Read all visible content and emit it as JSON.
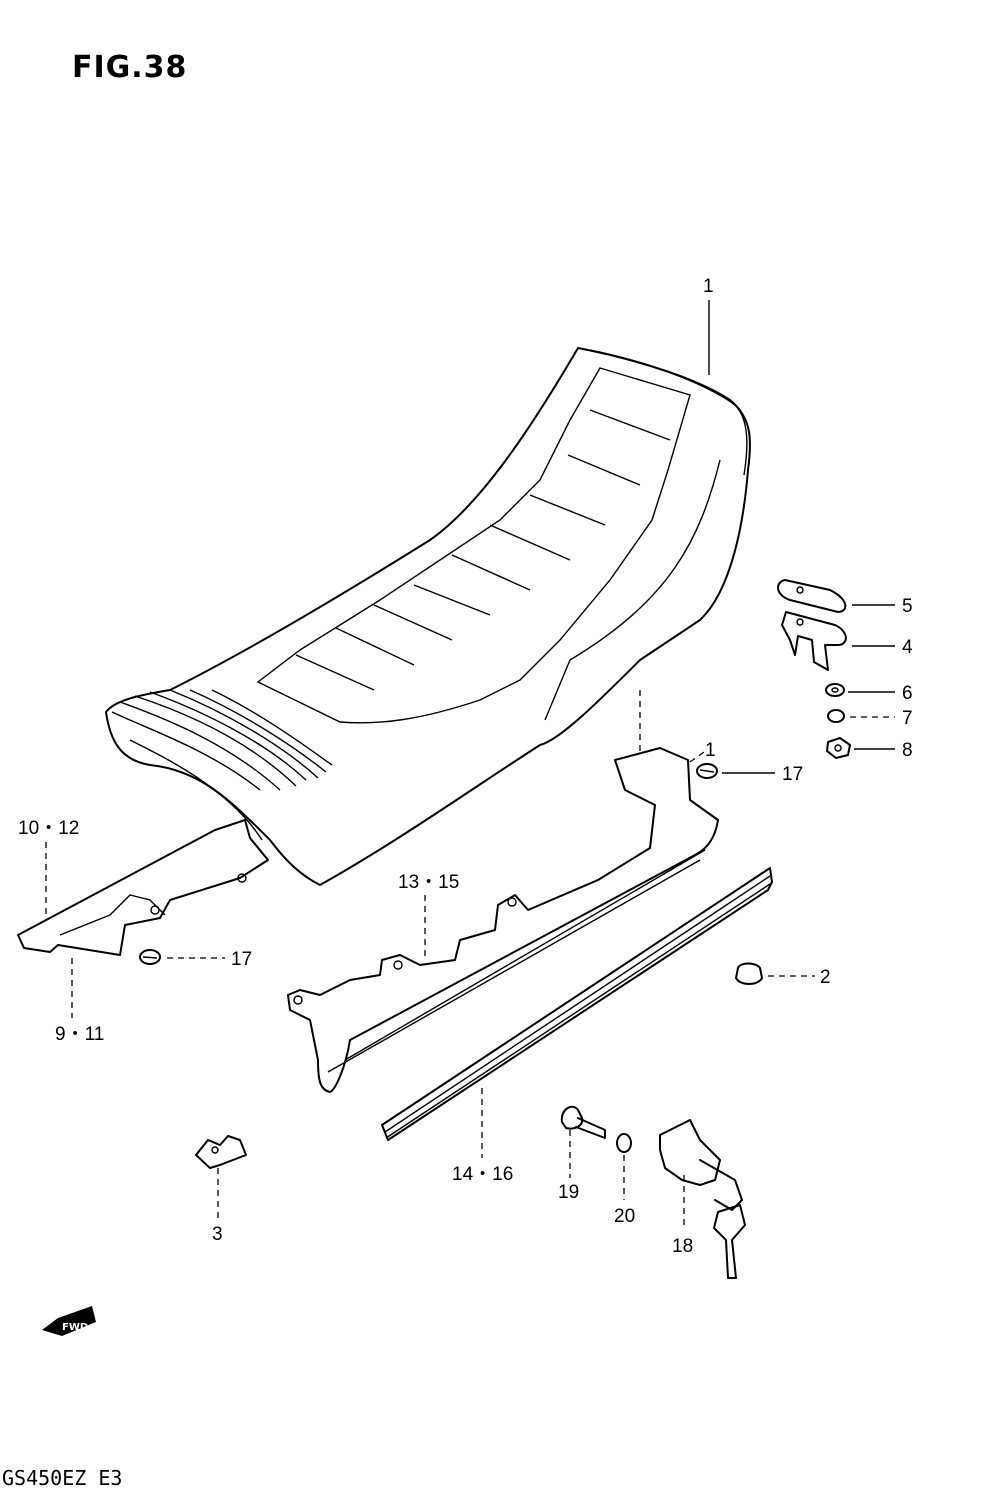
{
  "figure": {
    "title": "FIG.38",
    "model": "GS450EZ  E3"
  },
  "fwd_arrow": {
    "text": "FWD"
  },
  "callouts": {
    "c1": "1",
    "c1b": "1",
    "c2": "2",
    "c3": "3",
    "c4": "4",
    "c5": "5",
    "c6": "6",
    "c7": "7",
    "c8": "8",
    "c9_11": "9・11",
    "c10_12": "10・12",
    "c13_15": "13・15",
    "c14_16": "14・16",
    "c17a": "17",
    "c17b": "17",
    "c18": "18",
    "c19": "19",
    "c20": "20"
  }
}
